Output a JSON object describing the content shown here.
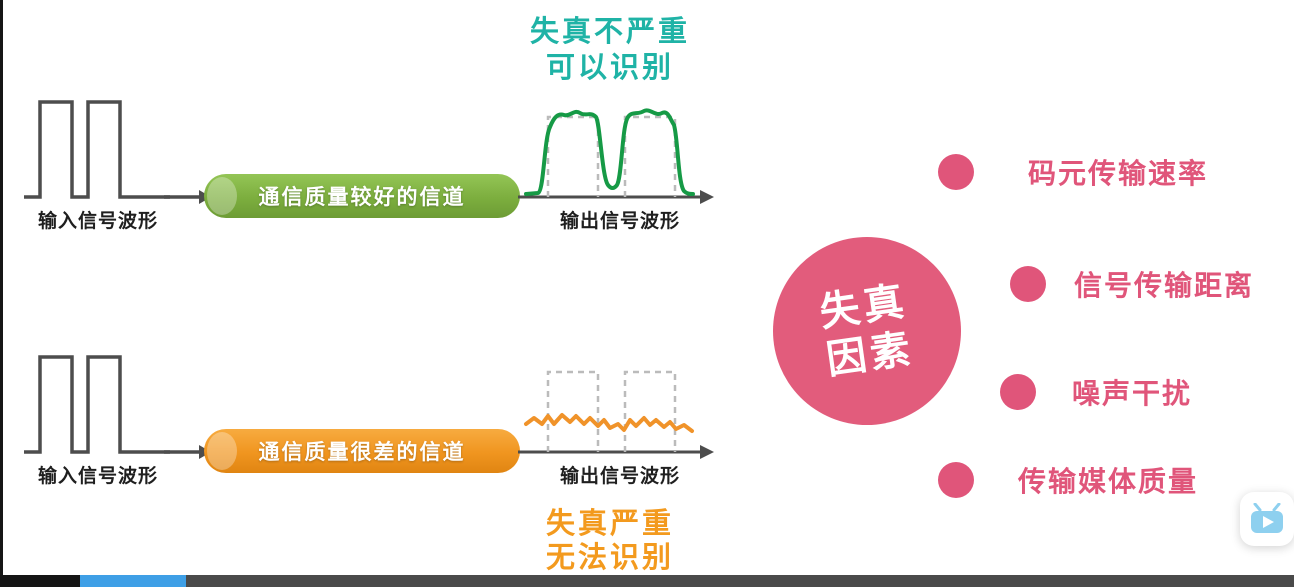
{
  "colors": {
    "teal_note": "#1fb3a6",
    "orange_note": "#f39a1e",
    "green_channel": "#7cae3e",
    "orange_channel": "#f0951f",
    "green_wave": "#169a46",
    "orange_wave": "#f0932a",
    "pink_accent": "#e0557a",
    "pink_circle": "#e25c7c",
    "waveform_line": "#4d4d4d",
    "dashed_reference": "#bbbbbb",
    "progress_blue": "#3e9fe6"
  },
  "top_note": {
    "line1": "失真不严重",
    "line2": "可以识别"
  },
  "bottom_note": {
    "line1": "失真严重",
    "line2": "无法识别"
  },
  "rows": {
    "good": {
      "input_label": "输入信号波形",
      "channel_label": "通信质量较好的信道",
      "output_label": "输出信号波形"
    },
    "bad": {
      "input_label": "输入信号波形",
      "channel_label": "通信质量很差的信道",
      "output_label": "输出信号波形"
    }
  },
  "factors_circle": {
    "line1": "失真",
    "line2": "因素"
  },
  "factors": [
    {
      "label": "码元传输速率"
    },
    {
      "label": "信号传输距离"
    },
    {
      "label": "噪声干扰"
    },
    {
      "label": "传输媒体质量"
    }
  ],
  "player": {
    "mini_player_icon": "tv-play-icon"
  }
}
